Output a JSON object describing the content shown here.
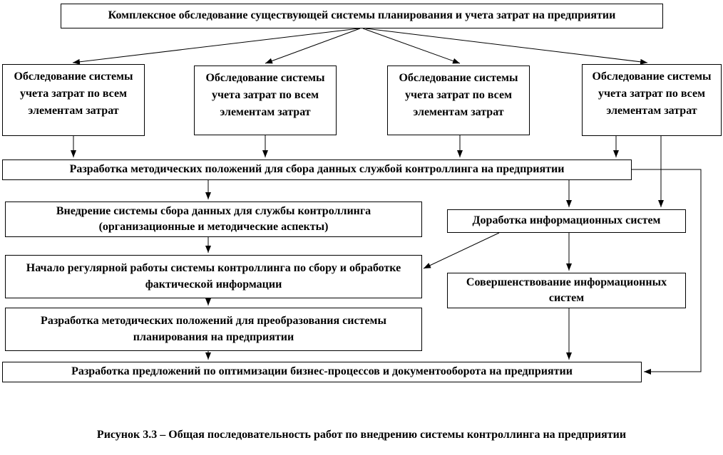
{
  "colors": {
    "border": "#000000",
    "background": "#ffffff",
    "text": "#000000",
    "arrow": "#000000"
  },
  "diagram": {
    "top_box": "Комплексное обследование существующей системы планирования и учета затрат на предприятии",
    "survey_boxes": [
      "Обследование системы учета затрат по всем элементам затрат",
      "Обследование системы учета затрат по всем элементам затрат",
      "Обследование системы учета затрат по всем элементам затрат",
      "Обследование системы учета затрат по всем элементам затрат"
    ],
    "methodology_box": "Разработка методических положений для сбора данных службой контроллинга на предприятии",
    "implementation_box": "Внедрение системы сбора данных для службы контроллинга (организационные и методические аспекты)",
    "rework_box": "Доработка информационных систем",
    "regular_work_box": "Начало регулярной работы системы контроллинга по сбору и обработке фактической информации",
    "improvement_box": "Совершенствование информационных систем",
    "planning_box": "Разработка методических положений для преобразования системы планирования на предприятии",
    "optimization_box": "Разработка предложений по оптимизации бизнес-процессов и документооборота на предприятии",
    "caption": "Рисунок 3.3 – Общая последовательность работ по внедрению системы контроллинга на предприятии"
  }
}
